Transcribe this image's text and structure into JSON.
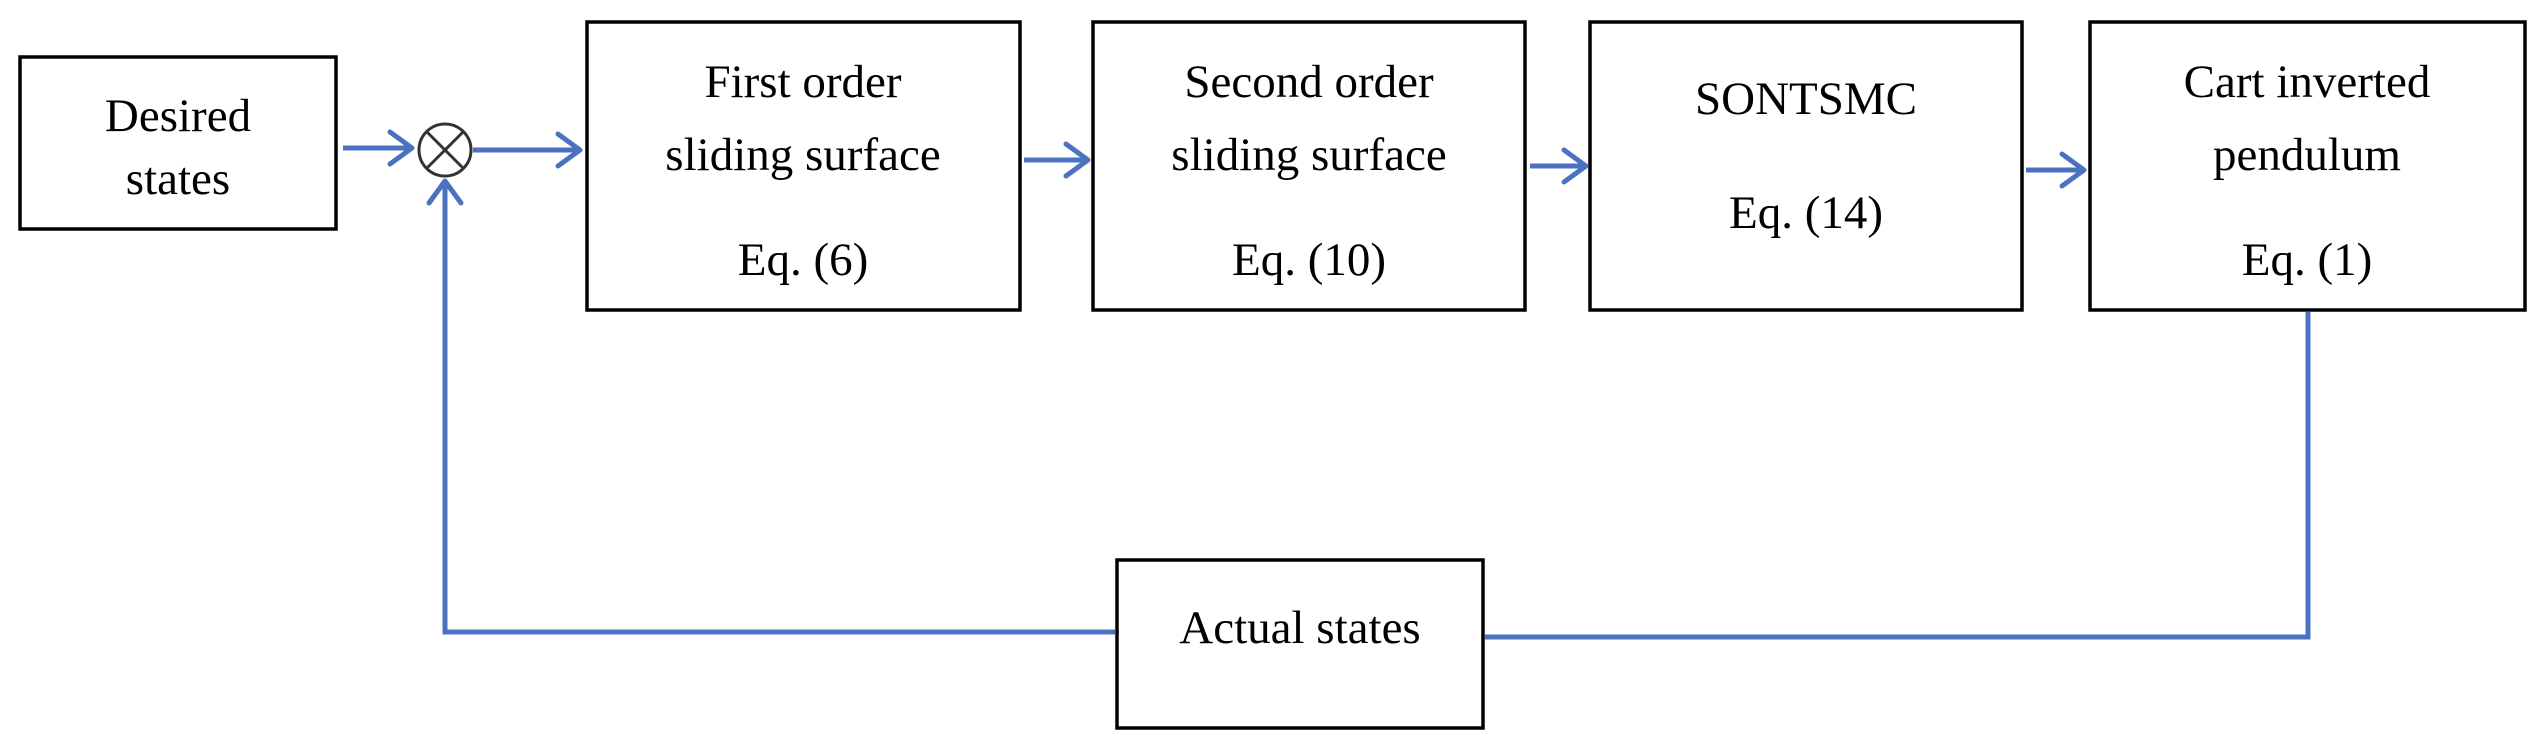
{
  "diagram": {
    "blocks": {
      "desired": {
        "lines": [
          "Desired",
          "states"
        ]
      },
      "first_order": {
        "lines": [
          "First order",
          "sliding  surface"
        ],
        "equation": "Eq. (6)"
      },
      "second_order": {
        "lines": [
          "Second order",
          "sliding  surface"
        ],
        "equation": "Eq. (10)"
      },
      "sontsmc": {
        "lines": [
          "SONTSMC"
        ],
        "equation": "Eq. (14)"
      },
      "plant": {
        "lines": [
          "Cart inverted",
          "pendulum"
        ],
        "equation": "Eq. (1)"
      },
      "actual": {
        "lines": [
          "Actual states"
        ]
      }
    },
    "colors": {
      "connector": "#4a72c0",
      "block_border": "#000000",
      "summing_junction": "#333333"
    },
    "summing_junction_icon": "circle-cross"
  }
}
